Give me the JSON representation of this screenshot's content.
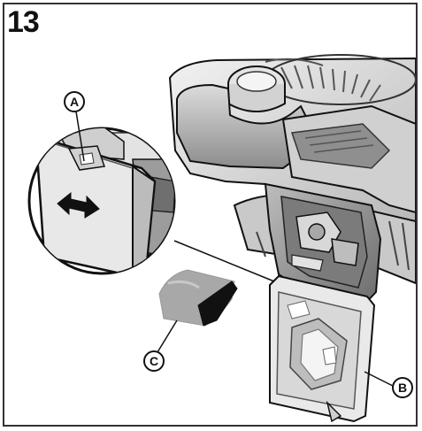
{
  "step": {
    "number": "13"
  },
  "callouts": {
    "a": "A",
    "b": "B",
    "c": "C"
  },
  "colors": {
    "line": "#111111",
    "engine_light": "#e6e6e6",
    "engine_mid": "#b9b9b9",
    "engine_dark": "#5a5a5a",
    "filter_gray": "#9a9a9a"
  }
}
